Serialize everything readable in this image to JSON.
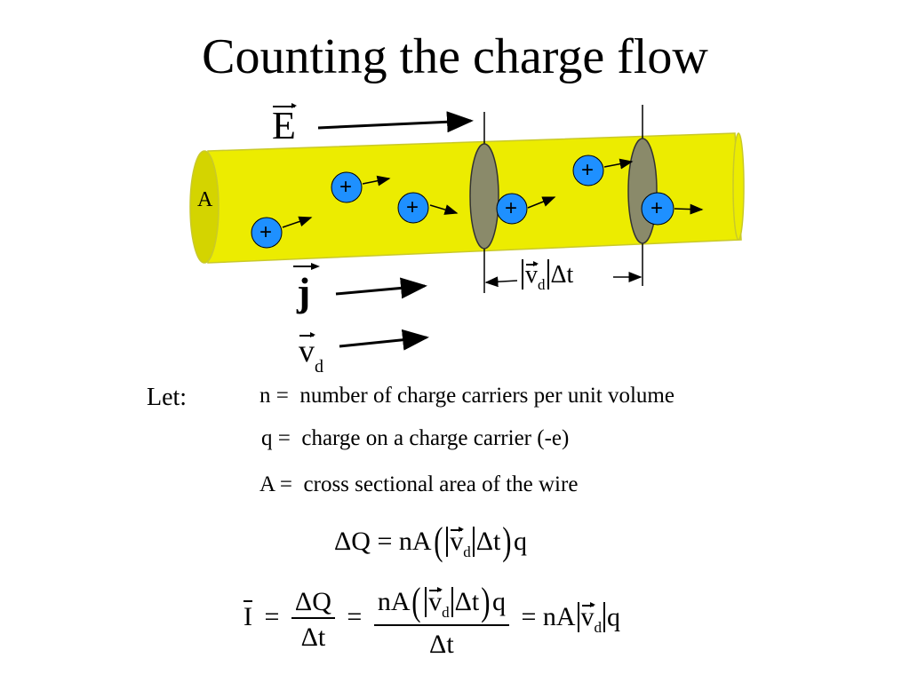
{
  "title": "Counting the charge flow",
  "diagram": {
    "field_label": "E",
    "area_label": "A",
    "charge_symbol": "+",
    "current_density_label": "j",
    "drift_velocity_label": "v",
    "drift_velocity_sub": "d",
    "distance_label": {
      "v": "v",
      "sub": "d",
      "dt": "Δt"
    },
    "colors": {
      "wire": "#ecec00",
      "wire_end": "#d4d400",
      "charge": "#1e90ff",
      "cross_section": "#8a8a6a"
    }
  },
  "definitions": {
    "intro": "Let:",
    "items": [
      {
        "symbol": "n =",
        "text": "number of charge carriers per unit volume"
      },
      {
        "symbol": "q =",
        "text": "charge on a charge carrier (-e)"
      },
      {
        "symbol": "A =",
        "text": "cross sectional area of the wire"
      }
    ]
  },
  "equations": {
    "dq": {
      "lhs": "ΔQ = nA",
      "dt": "Δt",
      "q": "q",
      "v": "v",
      "sub": "d"
    },
    "current": {
      "I": "I",
      "eq": "=",
      "frac1_num": "ΔQ",
      "frac1_den": "Δt",
      "frac2_num_pre": "nA",
      "frac2_dt": "Δt",
      "frac2_q": "q",
      "frac2_den": "Δt",
      "rhs": "= nA",
      "rhs_q": "q",
      "v": "v",
      "sub": "d"
    }
  }
}
